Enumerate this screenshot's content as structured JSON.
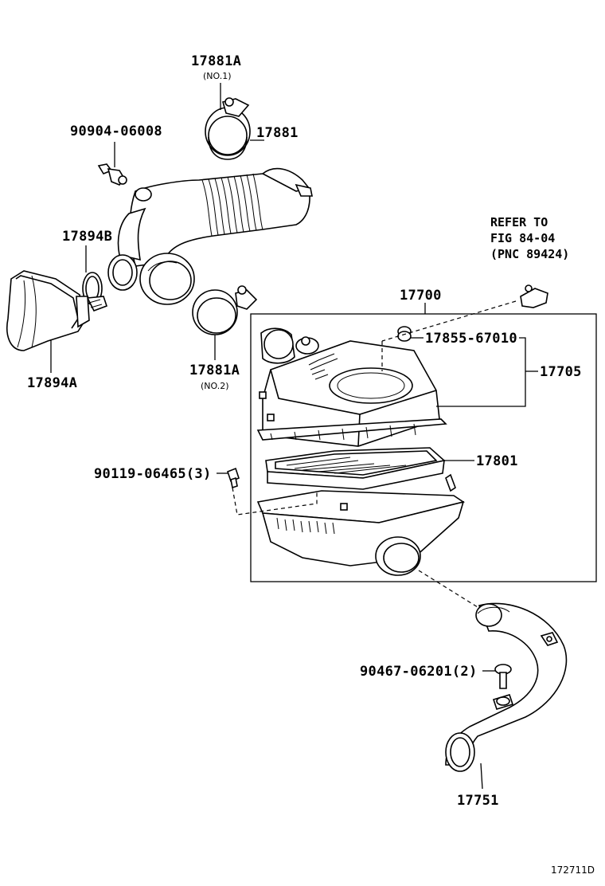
{
  "labels": {
    "p17881A_1": "17881A",
    "p17881A_1_note": "(NO.1)",
    "p17881": "17881",
    "p90904": "90904-06008",
    "p17894B": "17894B",
    "p17894A": "17894A",
    "p17881A_2": "17881A",
    "p17881A_2_note": "(NO.2)",
    "refer_line1": "REFER TO",
    "refer_line2": "FIG 84-04",
    "refer_line3": "(PNC 89424)",
    "p17700": "17700",
    "p17855": "17855-67010",
    "p17705": "17705",
    "p17801": "17801",
    "p90119": "90119-06465(3)",
    "p90467": "90467-06201(2)",
    "p17751": "17751",
    "figure_id": "172711D"
  }
}
